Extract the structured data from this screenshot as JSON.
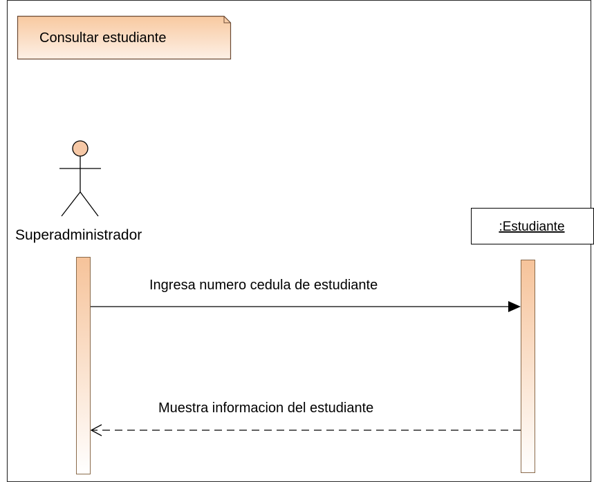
{
  "diagram": {
    "title": "Consultar estudiante",
    "actor": {
      "name": "Superadministrador",
      "icon": "stick-figure-actor-icon"
    },
    "object": {
      "name": ":Estudiante"
    },
    "messages": [
      {
        "label": "Ingresa numero cedula de estudiante",
        "type": "synchronous",
        "direction": "actor-to-object"
      },
      {
        "label": "Muestra informacion del estudiante",
        "type": "return",
        "direction": "object-to-actor"
      }
    ]
  },
  "colors": {
    "frame_border": "#333333",
    "activation_fill_top": "#f6c39a",
    "activation_fill_bottom": "#ffffff",
    "activation_border": "#8a6a4a",
    "title_fill_top": "#f8c9a0",
    "title_fill_bottom": "#fdf0e6",
    "actor_head_fill": "#f6c8a6",
    "line": "#000000"
  }
}
